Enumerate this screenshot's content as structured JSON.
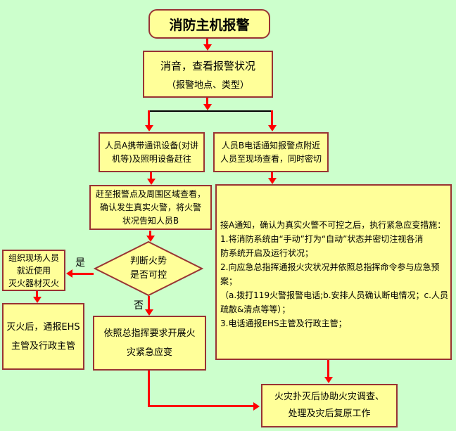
{
  "page": {
    "background_color": "#ccffcc",
    "node_fill_color": "#ffff99",
    "node_border_color": "#993333",
    "arrow_color": "#ff0000"
  },
  "flowchart": {
    "start": {
      "label": "消防主机报警"
    },
    "silence": {
      "line1": "消音，查看报警状况",
      "line2": "（报警地点、类型）"
    },
    "person_a": {
      "lines": [
        "人员A携带通讯设备(对讲",
        "机等)及照明设备赶往"
      ]
    },
    "person_b": {
      "lines": [
        "人员B电话通知报警点附近",
        "人员至现场查看，同时密切"
      ]
    },
    "arrive": {
      "lines": [
        "赶至报警点及周围区域查看，",
        "确认发生真实火警，将火警",
        "状况告知人员B"
      ]
    },
    "decision": {
      "lines": [
        "判断火势",
        "是否可控"
      ],
      "yes_label": "是",
      "no_label": "否"
    },
    "organize": {
      "lines": [
        "组织现场人员",
        "就近使用",
        "灭火器材灭火"
      ]
    },
    "report_after": {
      "lines": [
        "灭火后，通报EHS",
        "主管及行政主管"
      ]
    },
    "follow_command": {
      "lines": [
        "依照总指挥要求开展火",
        "灾紧急应变"
      ]
    },
    "emergency": {
      "lines": [
        "接A通知，确认为真实火警不可控之后，执行紧急应变措施：",
        "1.将消防系统由“手动”打为“自动”状态并密切注视各消",
        "防系统开启及运行状况；",
        "2.向应急总指挥通报火灾状况并依照总指挥命令参与应急预",
        "案；",
        "（a.拨打119火警报警电话;b.安排人员确认断电情况；c.人员",
        "疏散&清点等等）；",
        "3.电话通报EHS主管及行政主管；"
      ]
    },
    "final": {
      "lines": [
        "火灾扑灭后协助火灾调查、",
        "处理及灾后复原工作"
      ]
    }
  }
}
